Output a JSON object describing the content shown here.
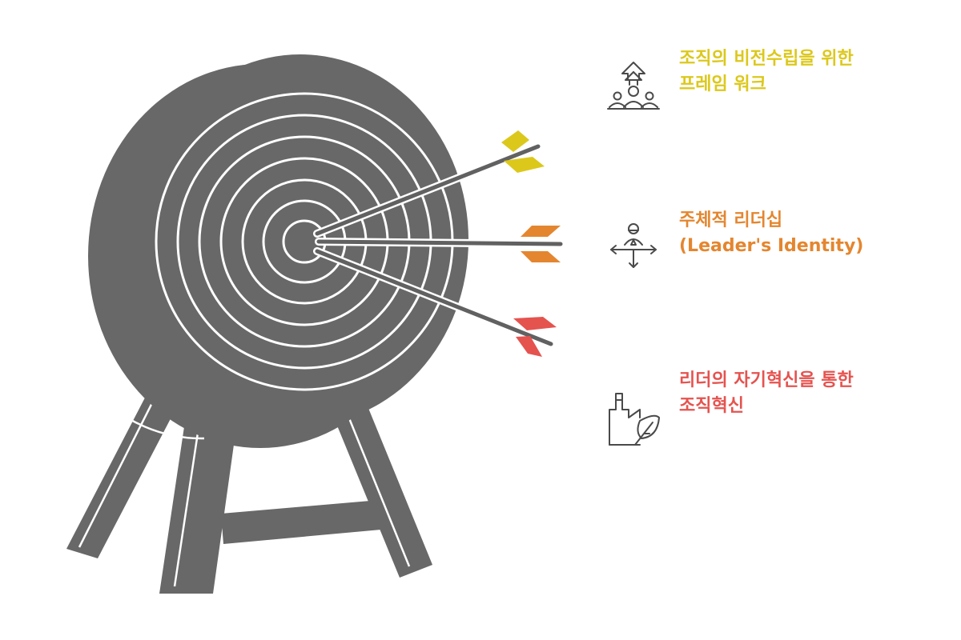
{
  "colors": {
    "target": "#686868",
    "ring_line": "#ffffff",
    "arrow_shaft": "#616161",
    "vision": "#dcc81b",
    "leadership": "#e4862f",
    "innovation": "#e5534f",
    "icon_stroke": "#4a4a4a"
  },
  "items": [
    {
      "icon": "people-growth-icon",
      "lines": [
        "조직의 비전수립을 위한",
        "프레임 워크"
      ],
      "color": "#dcc81b"
    },
    {
      "icon": "person-directions-icon",
      "lines": [
        "주체적 리더십",
        "(Leader's Identity)"
      ],
      "color": "#e4862f"
    },
    {
      "icon": "factory-leaf-icon",
      "lines": [
        "리더의 자기혁신을 통한",
        "조직혁신"
      ],
      "color": "#e5534f"
    }
  ]
}
